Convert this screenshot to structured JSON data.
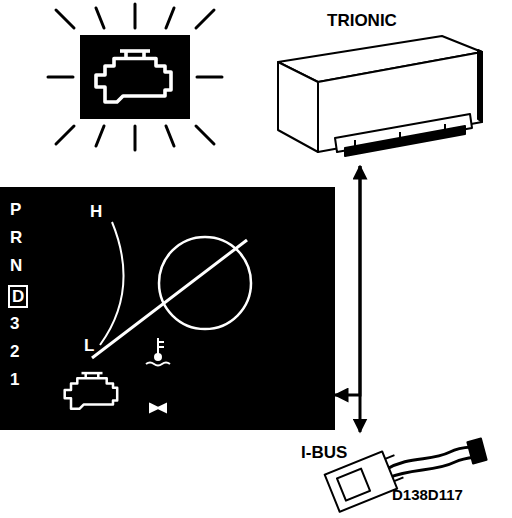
{
  "diagram": {
    "nodes": [
      {
        "text": [
          "TRIONIC"
        ]
      },
      {
        "text": [
          "P",
          "R",
          "N",
          "D",
          "3",
          "2",
          "1",
          "H",
          "L"
        ]
      },
      {
        "text": [
          "I-BUS"
        ]
      }
    ],
    "edges": [
      {
        "from": 0,
        "to": 2,
        "arrow": "both"
      },
      {
        "from": 0,
        "to": 1,
        "arrow": "to"
      }
    ],
    "labels": [
      "D138D117"
    ]
  }
}
